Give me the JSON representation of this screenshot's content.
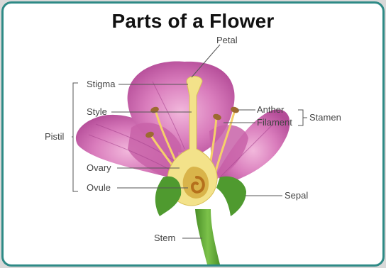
{
  "title": "Parts of a Flower",
  "labels": {
    "petal": "Petal",
    "stigma": "Stigma",
    "style": "Style",
    "pistil": "Pistil",
    "ovary": "Ovary",
    "ovule": "Ovule",
    "stem": "Stem",
    "anther": "Anther",
    "filament": "Filament",
    "stamen": "Stamen",
    "sepal": "Sepal"
  },
  "colors": {
    "frame": "#2e8a86",
    "petal": "#cf6fb0",
    "petal_light": "#e9a9d3",
    "pistil": "#f3e28a",
    "ovary": "#d9b44a",
    "sepal": "#4f9a2f",
    "stem": "#62aa37",
    "anther": "#9c6a30"
  }
}
